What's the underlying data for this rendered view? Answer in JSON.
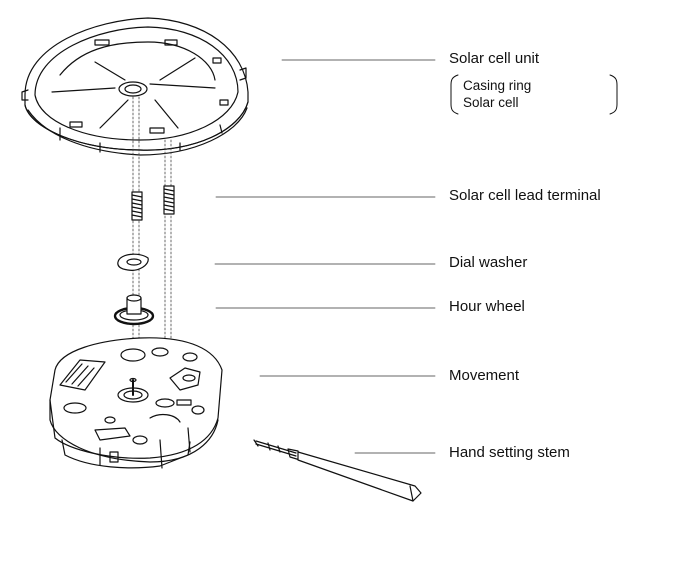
{
  "labels": {
    "solar_cell_unit": "Solar cell unit",
    "solar_cell_unit_parts": [
      "Casing ring",
      "Solar cell"
    ],
    "solar_cell_lead_terminal": "Solar cell lead terminal",
    "dial_washer": "Dial washer",
    "hour_wheel": "Hour wheel",
    "movement": "Movement",
    "hand_setting_stem": "Hand setting stem"
  },
  "colors": {
    "line": "#111111",
    "leader": "#333333",
    "background": "#ffffff"
  }
}
